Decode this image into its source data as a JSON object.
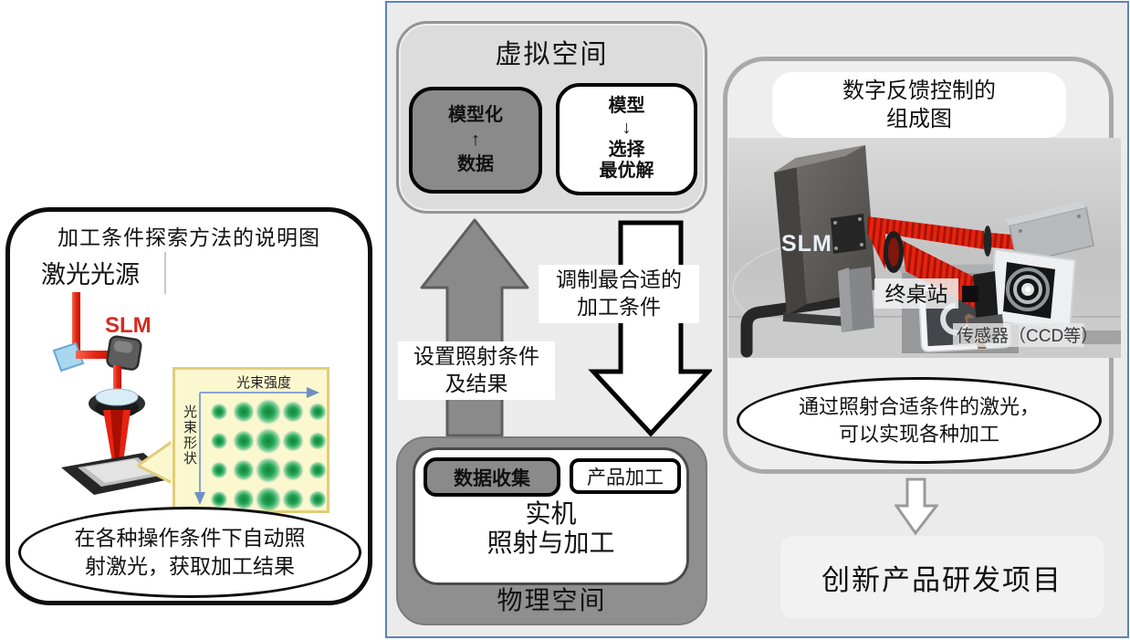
{
  "left_panel": {
    "title": "加工条件探索方法的说明图",
    "laser_source_label": "激光光源",
    "slm_label": "SLM",
    "callout_line1": "在各种操作条件下自动照",
    "callout_line2": "射激光，获取加工结果",
    "beam_profile": {
      "x_axis_label": "光束强度",
      "y_axis_label": "光束形状",
      "rows": 4,
      "cols": 5,
      "dot_radii_per_column": [
        6.5,
        9,
        11.5,
        9,
        7
      ],
      "dot_color": "#1f9e4d",
      "box_color": "#fbf7cf",
      "axis_color": "#6f8fc4"
    }
  },
  "virtual_space": {
    "title": "虚拟空间",
    "model_box": {
      "line1": "模型化",
      "arrow": "↑",
      "line2": "数据"
    },
    "select_box": {
      "line1": "模型",
      "arrow": "↓",
      "line2": "选择",
      "line3": "最优解"
    }
  },
  "arrows": {
    "up_label_line1": "设置照射条件",
    "up_label_line2": "及结果",
    "down_label_line1": "调制最合适的",
    "down_label_line2": "加工条件"
  },
  "physical_space": {
    "title": "物理空间",
    "data_collect_label": "数据收集",
    "product_process_label": "产品加工",
    "machine_line1": "实机",
    "machine_line2": "照射与加工"
  },
  "feedback_panel": {
    "title_line1": "数字反馈控制的",
    "title_line2": "组成图",
    "photo": {
      "slm_label": "SLM",
      "terminal_label": "终桌站",
      "sensor_label": "传感器（CCD等）"
    },
    "callout_line1": "通过照射合适条件的激光，",
    "callout_line2": "可以实现各种加工"
  },
  "outcome": {
    "label": "创新产品研发项目"
  },
  "colors": {
    "laser_red": "#e62310",
    "dark_gray_fill": "#8a8a8a",
    "physical_gray": "#8f8f8f",
    "virtual_gray": "#dcdcdc",
    "main_bg": "#ebebeb",
    "main_border_blue": "#5e82b4",
    "panel_border_gray": "#a9a9a9"
  }
}
